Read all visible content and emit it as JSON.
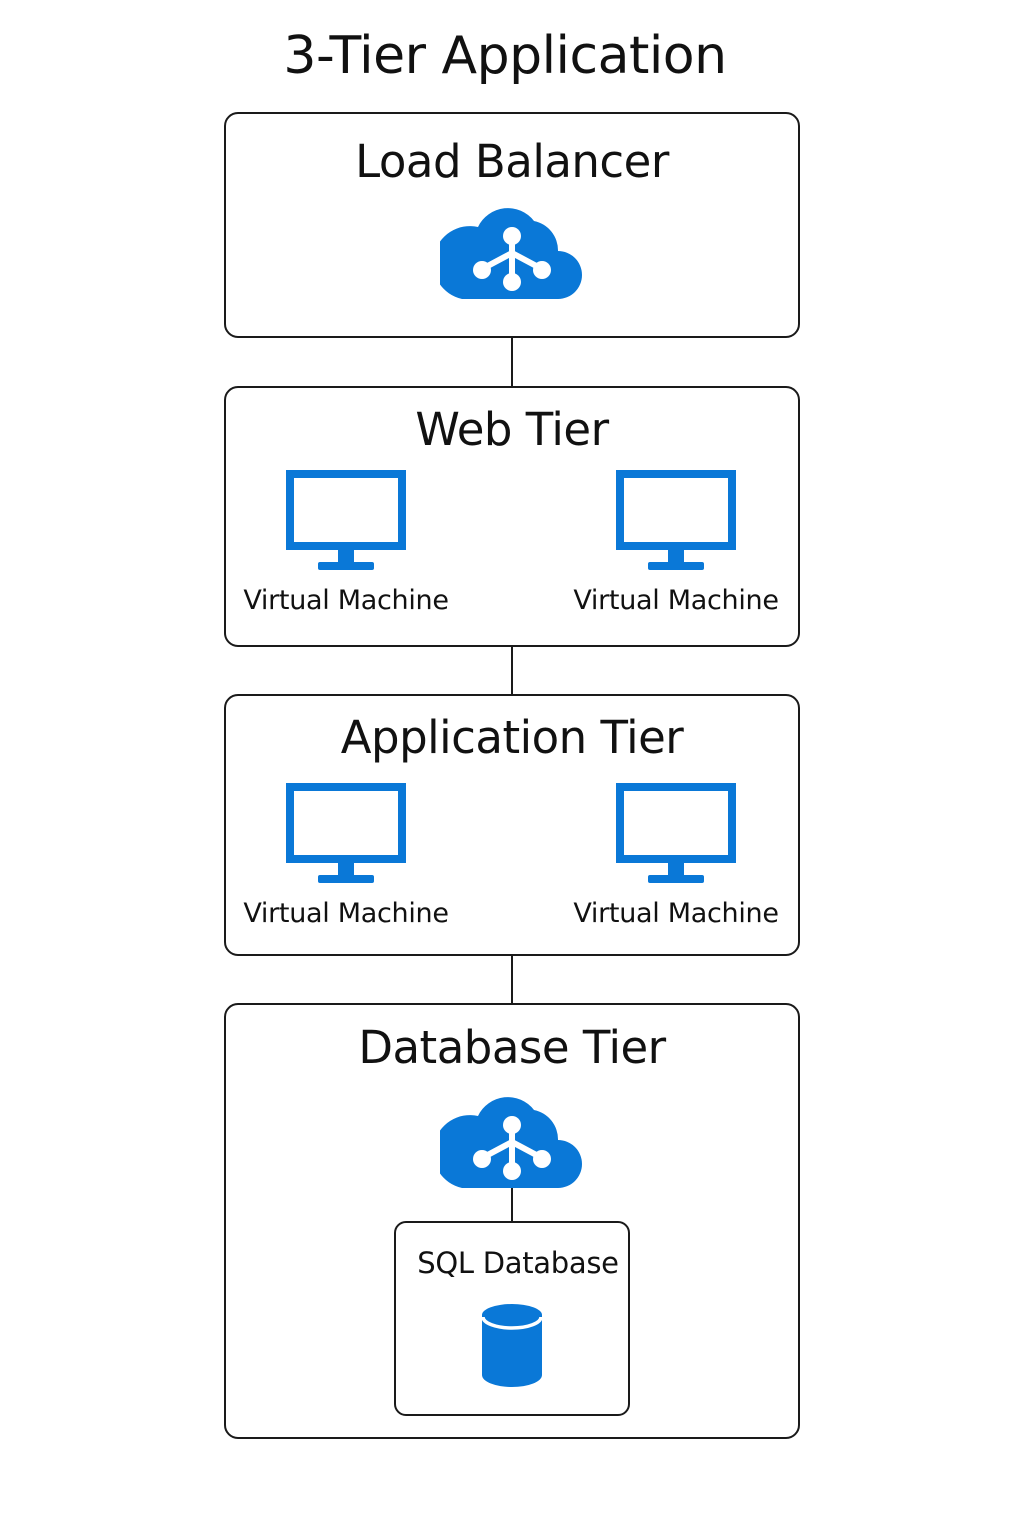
{
  "diagram": {
    "title": "3-Tier Application",
    "colors": {
      "icon_blue": "#0a78d7",
      "border": "#1a1a1a",
      "background": "#ffffff"
    },
    "tiers": {
      "load_balancer": {
        "title": "Load Balancer",
        "icon": "load-balancer-cloud-icon"
      },
      "web": {
        "title": "Web Tier",
        "nodes": [
          {
            "label": "Virtual Machine",
            "icon": "monitor-icon"
          },
          {
            "label": "Virtual Machine",
            "icon": "monitor-icon"
          }
        ]
      },
      "application": {
        "title": "Application Tier",
        "nodes": [
          {
            "label": "Virtual Machine",
            "icon": "monitor-icon"
          },
          {
            "label": "Virtual Machine",
            "icon": "monitor-icon"
          }
        ]
      },
      "database": {
        "title": "Database Tier",
        "icon": "load-balancer-cloud-icon",
        "sql": {
          "label": "SQL Database",
          "icon": "database-cylinder-icon"
        }
      }
    }
  }
}
